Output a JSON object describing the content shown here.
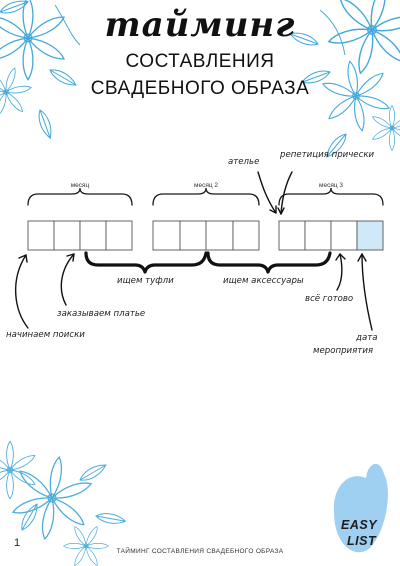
{
  "header": {
    "script_title": "тайминг",
    "subtitle_line1": "СОСТАВЛЕНИЯ",
    "subtitle_line2": "СВАДЕБНОГО ОБРАЗА"
  },
  "timeline": {
    "month_labels": [
      "месяц",
      "месяц 2",
      "месяц 3"
    ],
    "notes_above": {
      "atelier": "ателье",
      "hair_rehearsal": "репетиция прически"
    },
    "notes_below": {
      "shoes": "ищем туфли",
      "accessories": "ищем аксессуары",
      "all_ready": "всё готово",
      "dress": "заказываем платье",
      "event_date_line1": "дата",
      "event_date_line2": "мероприятия",
      "start": "начинаем поиски"
    },
    "highlight_color": "#cfe9f8"
  },
  "logo": {
    "line1": "EASY",
    "line2": "LIST",
    "accent_color": "#8ec7ee"
  },
  "footer": {
    "page_number": "1",
    "text": "ТАЙМИНГ СОСТАВЛЕНИЯ СВАДЕБНОГО ОБРАЗА"
  },
  "decor": {
    "flower_color": "#2f9fd6"
  }
}
